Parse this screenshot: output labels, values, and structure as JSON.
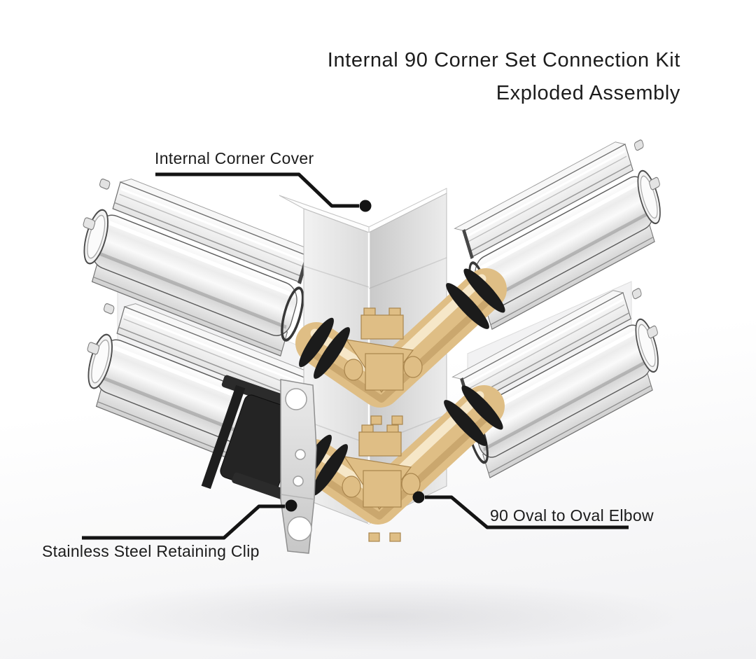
{
  "title": {
    "line1": "Internal 90 Corner Set Connection Kit",
    "line2": "Exploded Assembly"
  },
  "labels": {
    "internal_corner_cover": "Internal Corner Cover",
    "stainless_steel_retaining_clip": "Stainless Steel Retaining Clip",
    "oval_elbow": "90 Oval to Oval Elbow"
  },
  "colors": {
    "background": "#ffffff",
    "background_bottom": "#f0f0f2",
    "text_color": "#1c1c1c",
    "leader_line": "#141414",
    "elbow_tan": "#dfbe85",
    "elbow_tan_dark": "#c49b5e",
    "oring_black": "#1b1b1b",
    "cover_white": "#ededed",
    "steel_plate": "#d9d9d9",
    "clip_black": "#242424",
    "rail_glass_outline": "#5c5c5c"
  }
}
